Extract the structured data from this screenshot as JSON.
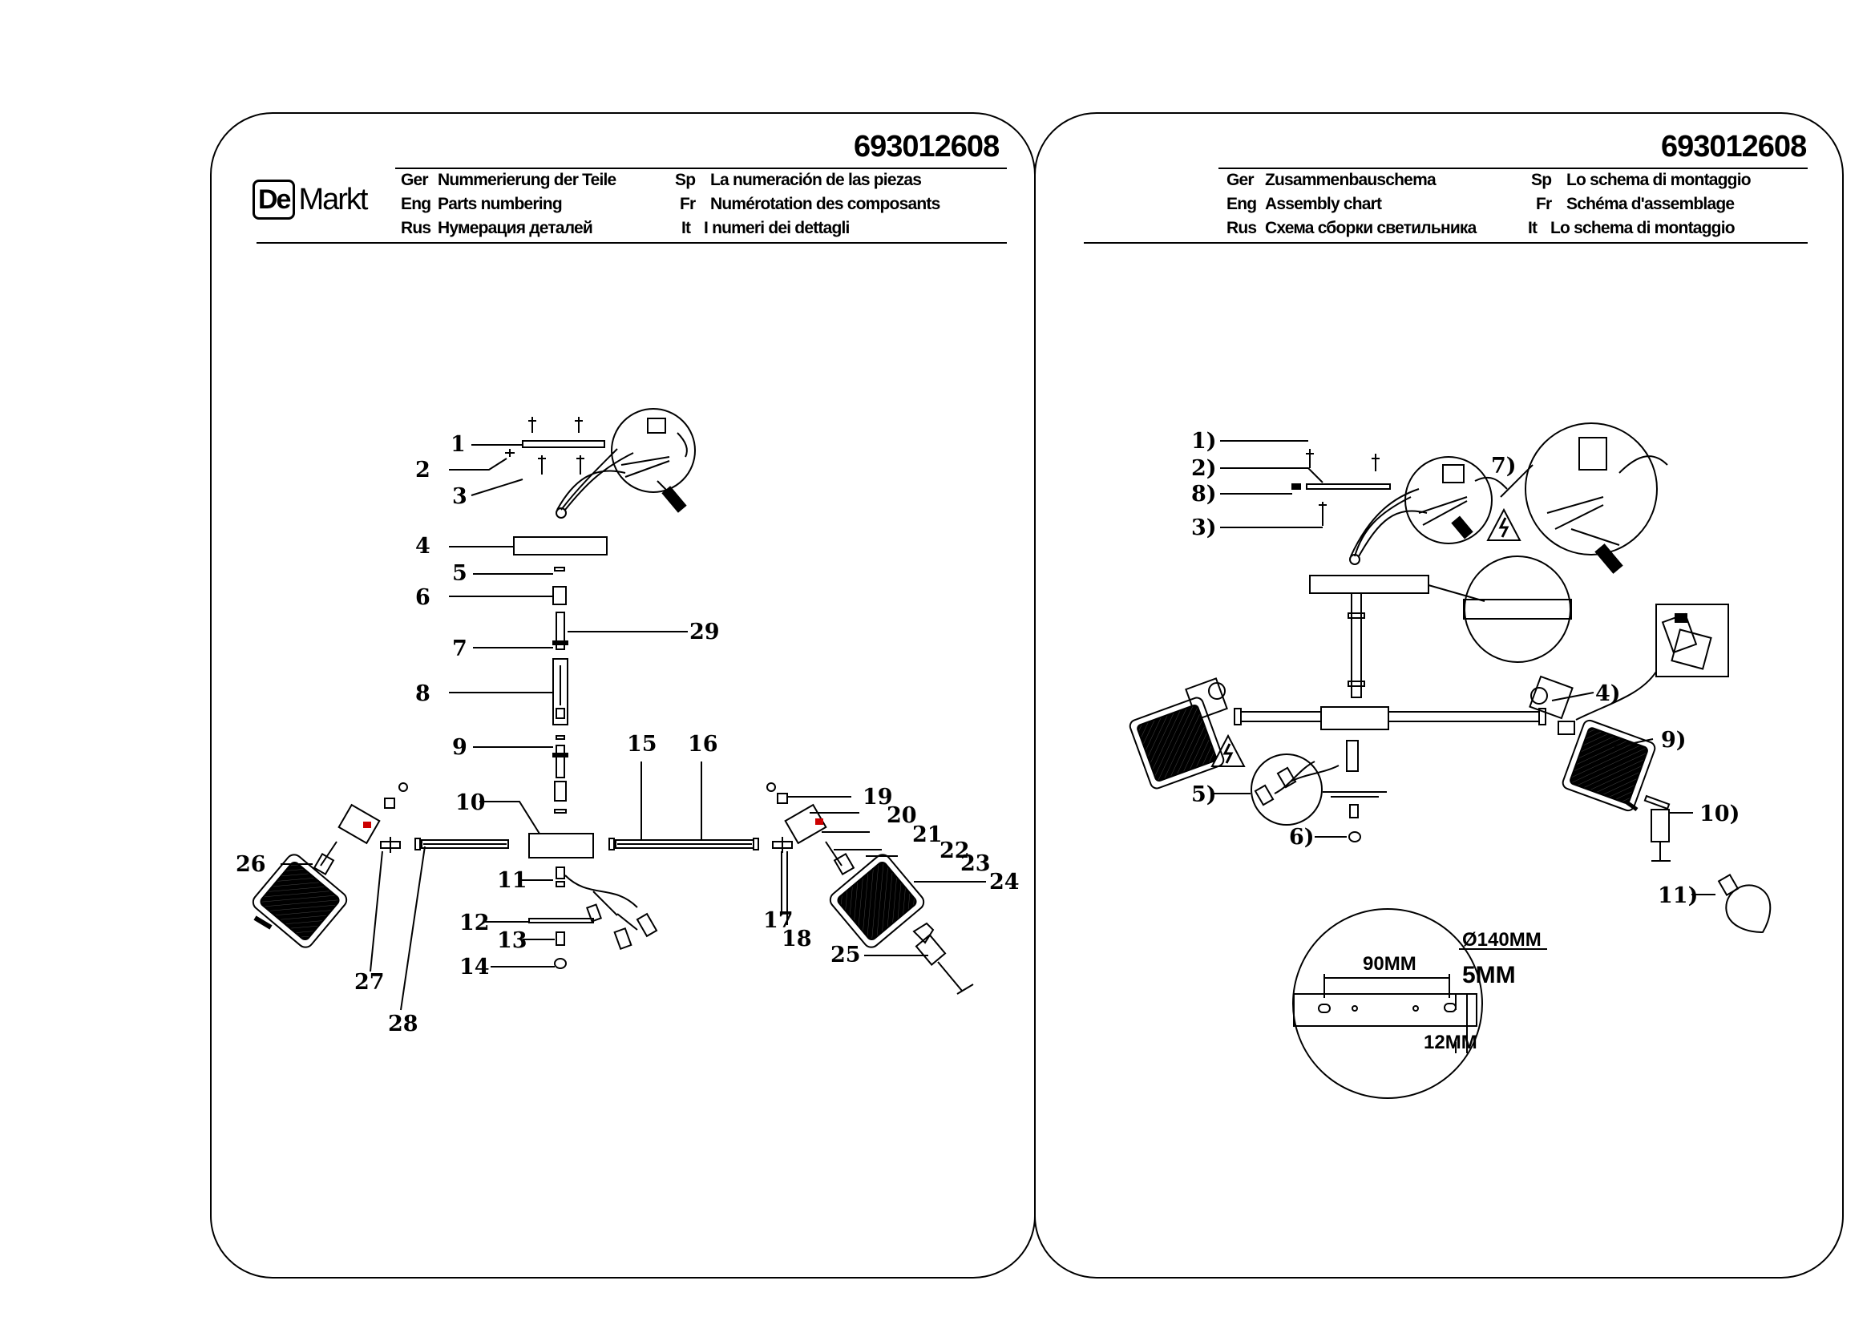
{
  "document": {
    "model_number": "693012608",
    "brand": {
      "box": "De",
      "rest": "Markt"
    }
  },
  "left_page": {
    "headers": [
      {
        "lang": "Ger",
        "text": "Nummerierung der Teile"
      },
      {
        "lang": "Eng",
        "text": "Parts numbering"
      },
      {
        "lang": "Rus",
        "text": "Нумерация деталей"
      },
      {
        "lang": "Sp",
        "text": "La numeración de las piezas"
      },
      {
        "lang": "Fr",
        "text": "Numérotation des composants"
      },
      {
        "lang": "It",
        "text": "I numeri dei dettagli"
      }
    ],
    "callouts": [
      "1",
      "2",
      "3",
      "4",
      "5",
      "6",
      "7",
      "8",
      "9",
      "10",
      "11",
      "12",
      "13",
      "14",
      "15",
      "16",
      "17",
      "18",
      "19",
      "20",
      "21",
      "22",
      "23",
      "24",
      "25",
      "26",
      "27",
      "28",
      "29"
    ]
  },
  "right_page": {
    "headers": [
      {
        "lang": "Ger",
        "text": "Zusammenbauschema"
      },
      {
        "lang": "Eng",
        "text": "Assembly chart"
      },
      {
        "lang": "Rus",
        "text": "Схема сборки светильника"
      },
      {
        "lang": "Sp",
        "text": "Lo schema di montaggio"
      },
      {
        "lang": "Fr",
        "text": "Schéma d'assemblage"
      },
      {
        "lang": "It",
        "text": "Lo schema di montaggio"
      }
    ],
    "steps": [
      "1)",
      "2)",
      "8)",
      "3)",
      "7)",
      "4)",
      "9)",
      "5)",
      "6)",
      "10)",
      "11)"
    ],
    "dimensions": {
      "diameter": "Ø140MM",
      "spacing": "90MM",
      "depth": "5MM",
      "height": "12MM"
    }
  },
  "colors": {
    "ink": "#000000",
    "paper": "#ffffff"
  }
}
